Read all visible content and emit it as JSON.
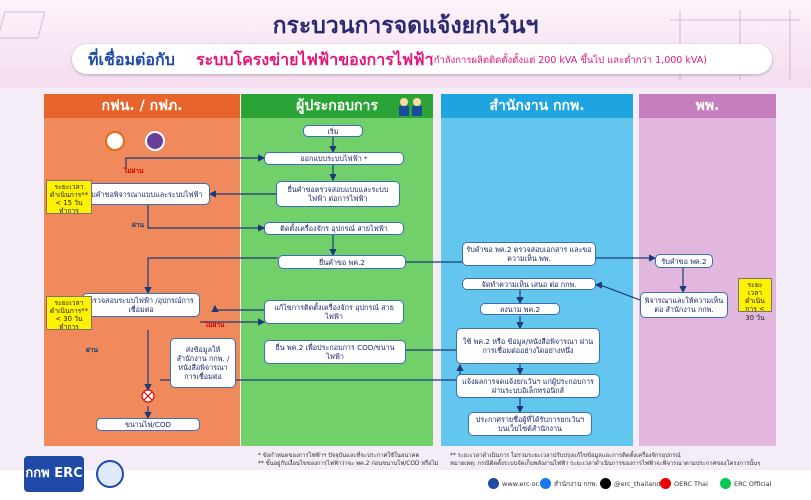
{
  "title": "กระบวนการจดแจ้งยกเว้นฯ",
  "subtitle": {
    "part1": "ที่เชื่อมต่อกับ",
    "part2": "ระบบโครงข่ายไฟฟ้าของการไฟฟ้า",
    "part3": "(กำลังการผลิตติดตั้งตั้งแต่ 200 kVA ขึ้นไป และต่ำกว่า 1,000 kVA)"
  },
  "columns": {
    "c1": "กฟน. / กฟภ.",
    "c2": "ผู้ประกอบการ",
    "c3": "สำนักงาน กกพ.",
    "c4": "พพ."
  },
  "boxes": {
    "start": "เริ่ม",
    "design": "ออกแบบระบบไฟฟ้า *",
    "submit_review": "ยื่นคำขอตรวจสอบแบบและระบบไฟฟ้า ต่อการไฟฟ้า",
    "consider_design": "รับคำขอพิจารณาแบบและระบบไฟฟ้า",
    "install": "ติดตั้งเครื่องจักร อุปกรณ์ สายไฟฟ้า",
    "submit_pk2": "ยื่นคำขอ พค.2",
    "inspect": "ตรวจสอบระบบไฟฟ้า /อุปกรณ์การเชื่อมต่อ",
    "fix": "แก้ไขการติดตั้งเครื่องจักร อุปกรณ์ สายไฟฟ้า",
    "send_info": "ส่งข้อมูลให้ สำนักงาน กกพ. / หนังสือพิจารณา การเชื่อมต่อ",
    "submit_cod": "ยื่น พค.2 เพื่อประกอบการ COD/ขนานไฟฟ้า",
    "cod_end": "ขนานไฟ/COD",
    "erc_receive": "รับคำขอ พค.2 ตรวจสอบเอกสาร และขอความเห็น พพ.",
    "erc_opinion": "จัดทำความเห็น เสนอ ต่อ กกพ.",
    "erc_register": "ลงนาม พค.2",
    "erc_use": "ใช้ พค.2 หรือ ข้อมูล/หนังสือพิจารณา ผ่านการเชื่อมต่ออย่างใดอย่างหนึ่ง",
    "erc_notify": "แจ้งผลการจดแจ้งยกเว้นฯ แก่ผู้ประกอบการ ผ่านระบบอิเล็กทรอนิกส์",
    "erc_announce": "ประกาศรายชื่อผู้ที่ได้รับการยกเว้นฯ บนเว็บไซต์สำนักงาน",
    "dede_receive": "รับคำขอ พค.2",
    "dede_consider": "พิจารณาและให้ความเห็น ต่อ สำนักงาน กกพ."
  },
  "timing": {
    "t1": "ระยะเวลาดำเนินการ** < 15 วันทำการ",
    "t2": "ระยะเวลาดำเนินการ** < 30 วันทำการ",
    "t3": "ระยะเวลาดำเนินการ < 30 วัน"
  },
  "labels": {
    "fail1": "ไม่ผ่าน",
    "pass1": "ผ่าน",
    "fail2": "ไม่ผ่าน",
    "pass2": "ผ่าน"
  },
  "notes": {
    "n1": "* ข้อกำหนดของการไฟฟ้าฯ ปัจจุบันและที่จะประกาศใช้ในอนาคต",
    "n2": "** ขั้นอยู่กับเงื่อนไขของการไฟฟ้าว่าจะ พค.2 ก่อนขนานไฟ/COD หรือไม่",
    "n3": "** ระยะเวลาดำเนินการ ไม่รวมระยะเวลาปรับปรุงแก้ไขข้อมูลและการติดตั้งเครื่องจักรอุปกรณ์",
    "n4": "หมายเหตุ: กรณีติดตั้งระบบจัดเก็บพลังงานไฟฟ้า ระยะเวลาดำเนินการของการไฟฟ้าจะพิจารณาตามประกาศของโครงการนั้นๆ"
  },
  "footer": {
    "logo": "กกพ ERC",
    "website": "www.erc.or.th",
    "facebook": "สำนักงาน กกพ.",
    "x": "@erc_thailand",
    "youtube": "OERC Thai",
    "line": "ERC Official"
  },
  "colors": {
    "c1": "#f08a5c",
    "c2": "#72d06a",
    "c3": "#62c6ef",
    "c4": "#e1b7dd"
  }
}
